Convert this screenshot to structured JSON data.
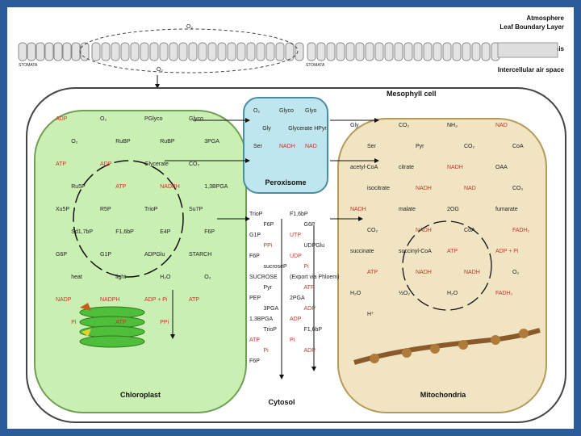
{
  "header": {
    "atmosphere": "Atmosphere",
    "leaf_boundary_layer": "Leaf Boundary Layer",
    "epidermis": "Epidermis",
    "intercellular_air_space": "Intercellular air space",
    "stomata_left": "STOMATA",
    "stomata_right": "STOMATA",
    "o2_top": "O₂",
    "o2_air": "O₂"
  },
  "compartments": {
    "mesophyll_cell": "Mesophyll cell",
    "chloroplast": "Chloroplast",
    "peroxisome": "Peroxisome",
    "cytosol": "Cytosol",
    "mitochondria": "Mitochondria"
  },
  "chloroplast_labels": [
    "ADP",
    "O₂",
    "PGlyco",
    "Glyco",
    "O₂",
    "RuBP",
    "RuBP",
    "3PGA",
    "ATP",
    "ADP",
    "Glycerate",
    "CO₂",
    "Ru5P",
    "ATP",
    "NADPH",
    "1,3BPGA",
    "Xu5P",
    "R5P",
    "TrioP",
    "Su7P",
    "Sd1,7bP",
    "F1,6bP",
    "E4P",
    "F6P",
    "G6P",
    "G1P",
    "ADPGlu",
    "STARCH",
    "heat",
    "light",
    "H₂O",
    "O₂",
    "NADP",
    "NADPH",
    "ADP + Pi",
    "ATP",
    "Pi",
    "ATP",
    "PPi"
  ],
  "peroxisome_labels": [
    "O₂",
    "Glyco",
    "Glyo",
    "Gly",
    "Glycerate",
    "HPyr",
    "Ser",
    "NADH",
    "NAD"
  ],
  "cytosol_labels": [
    "TrioP",
    "F1,6bP",
    "F6P",
    "G6P",
    "G1P",
    "UTP",
    "PPi",
    "UDPGlu",
    "F6P",
    "UDP",
    "sucroseP",
    "Pi",
    "SUCROSE",
    "(Export via Phloem)",
    "Pyr",
    "ATP",
    "PEP",
    "2PGA",
    "3PGA",
    "ADP",
    "1,3BPGA",
    "ADP",
    "TrioP",
    "F1,6bP",
    "ATP",
    "Pi",
    "Pi",
    "ADP",
    "F6P"
  ],
  "mitochondria_labels": [
    "Gly",
    "CO₂",
    "NH₃",
    "NAD",
    "Ser",
    "Pyr",
    "CO₂",
    "CoA",
    "acetyl-CoA",
    "citrate",
    "NADH",
    "OAA",
    "isocitrate",
    "NADH",
    "NAD",
    "CO₂",
    "NADH",
    "malate",
    "2OG",
    "fumarate",
    "CO₂",
    "NADH",
    "CoA",
    "FADH₂",
    "succinate",
    "succinyl-CoA",
    "ATP",
    "ADP + Pi",
    "ATP",
    "NADH",
    "NADH",
    "O₂",
    "H₂O",
    "½O₂",
    "H₂O",
    "FADH₂",
    "H⁺"
  ],
  "colors": {
    "frame": "#2b5c97",
    "chloroplast_fill": "#c9efb2",
    "peroxisome_fill": "#bfe6ee",
    "mitochondria_fill": "#f1e4c3",
    "epidermis_fill": "#dedede",
    "cofactor_text": "#c0392b"
  }
}
